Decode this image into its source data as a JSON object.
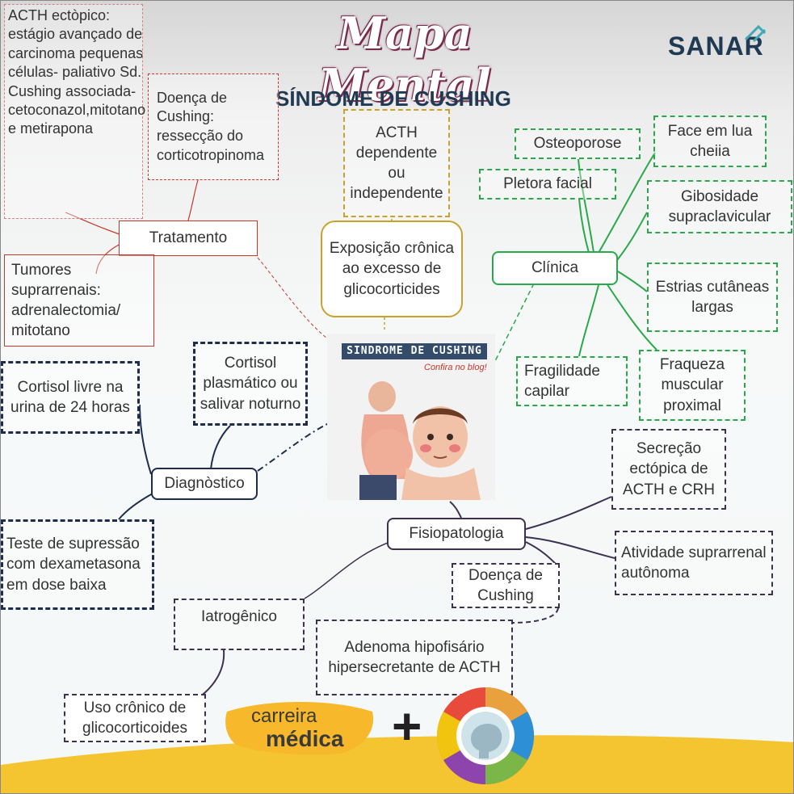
{
  "header": {
    "title": "Mapa Mental",
    "subtitle": "SÍNDOME DE CUSHING",
    "brand": "SANAR"
  },
  "center_image": {
    "banner": "SINDROME DE CUSHING",
    "tagline": "Confira no blog!"
  },
  "nodes": {
    "ectopic_acth": "ACTH ectòpico: estágio avançado de carcinoma pequenas células- paliativo Sd. Cushing associada- cetoconazol,mitotano e metirapona",
    "cushing_disease_tx": "Doença de Cushing: ressecção do corticotropinoma",
    "tratamento": "Tratamento",
    "adrenal_tumors": "Tumores suprarrenais: adrenalectomia/ mitotano",
    "acth_dependent": "ACTH dependente ou independente",
    "exposicao": "Exposição crônica ao excesso de glicocorticides",
    "osteoporose": "Osteoporose",
    "face_lua": "Face em lua cheiia",
    "pletora": "Pletora facial",
    "gibosidade": "Gibosidade supraclavicular",
    "clinica": "Clínica",
    "estrias": "Estrias cutâneas largas",
    "fragilidade": "Fragilidade capilar",
    "fraqueza": "Fraqueza muscular proximal",
    "cortisol_urina": "Cortisol livre na urina de 24 horas",
    "cortisol_plasma": "Cortisol plasmático ou salivar noturno",
    "diagnostico": "Diagnòstico",
    "teste_supressao": "Teste de supressão com dexametasona em dose baixa",
    "secrecao_ectopica": "Secreção ectópica de ACTH e CRH",
    "fisiopatologia": "Fisiopatologia",
    "atividade_autonoma": "Atividade suprarrenal autônoma",
    "doenca_cushing": "Doença de Cushing",
    "iatrogenico": "Iatrogênico",
    "adenoma": "Adenoma hipofisário hipersecretante de ACTH",
    "uso_cronico": "Uso crônico de glicocorticoides"
  },
  "footer": {
    "carreira_line1": "carreira",
    "carreira_line2": "médica",
    "plus": "+"
  },
  "colors": {
    "treatment": "#c0392b",
    "etiology": "#c9a22a",
    "clinical": "#2aa84a",
    "diagnosis": "#1f2d4d",
    "pathophysiology": "#3d3050",
    "title_outline": "#7a2b4e",
    "brand": "#1f3a52",
    "footer_yellow": "#f4c431"
  }
}
